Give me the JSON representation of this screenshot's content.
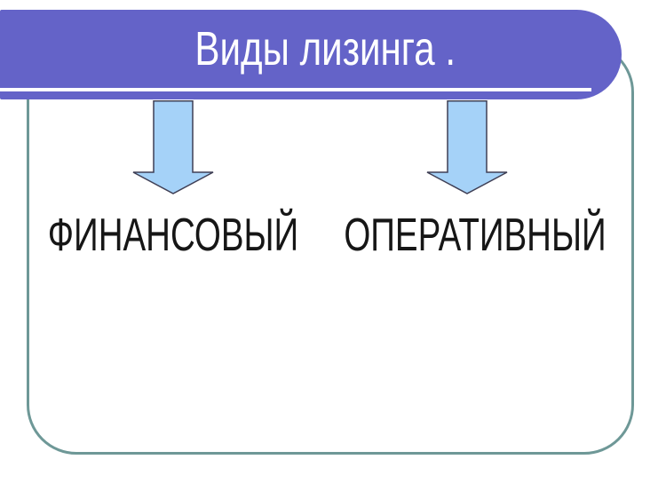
{
  "slide": {
    "title": "Виды лизинга .",
    "branches": [
      {
        "label": "ФИНАНСОВЫЙ"
      },
      {
        "label": "ОПЕРАТИВНЫЙ"
      }
    ]
  },
  "icons": {
    "arrow_left": "down-arrow-icon",
    "arrow_right": "down-arrow-icon"
  },
  "colors": {
    "page-bg": "#FFFFFF",
    "banner-bg": "#6463C8",
    "banner-line": "#FFFFFF",
    "title-text": "#FFFFFF",
    "box-border": "#6E9897",
    "arrow-fill": "#A5D2F8",
    "arrow-stroke": "#3F3F55",
    "label-text": "#161616"
  }
}
